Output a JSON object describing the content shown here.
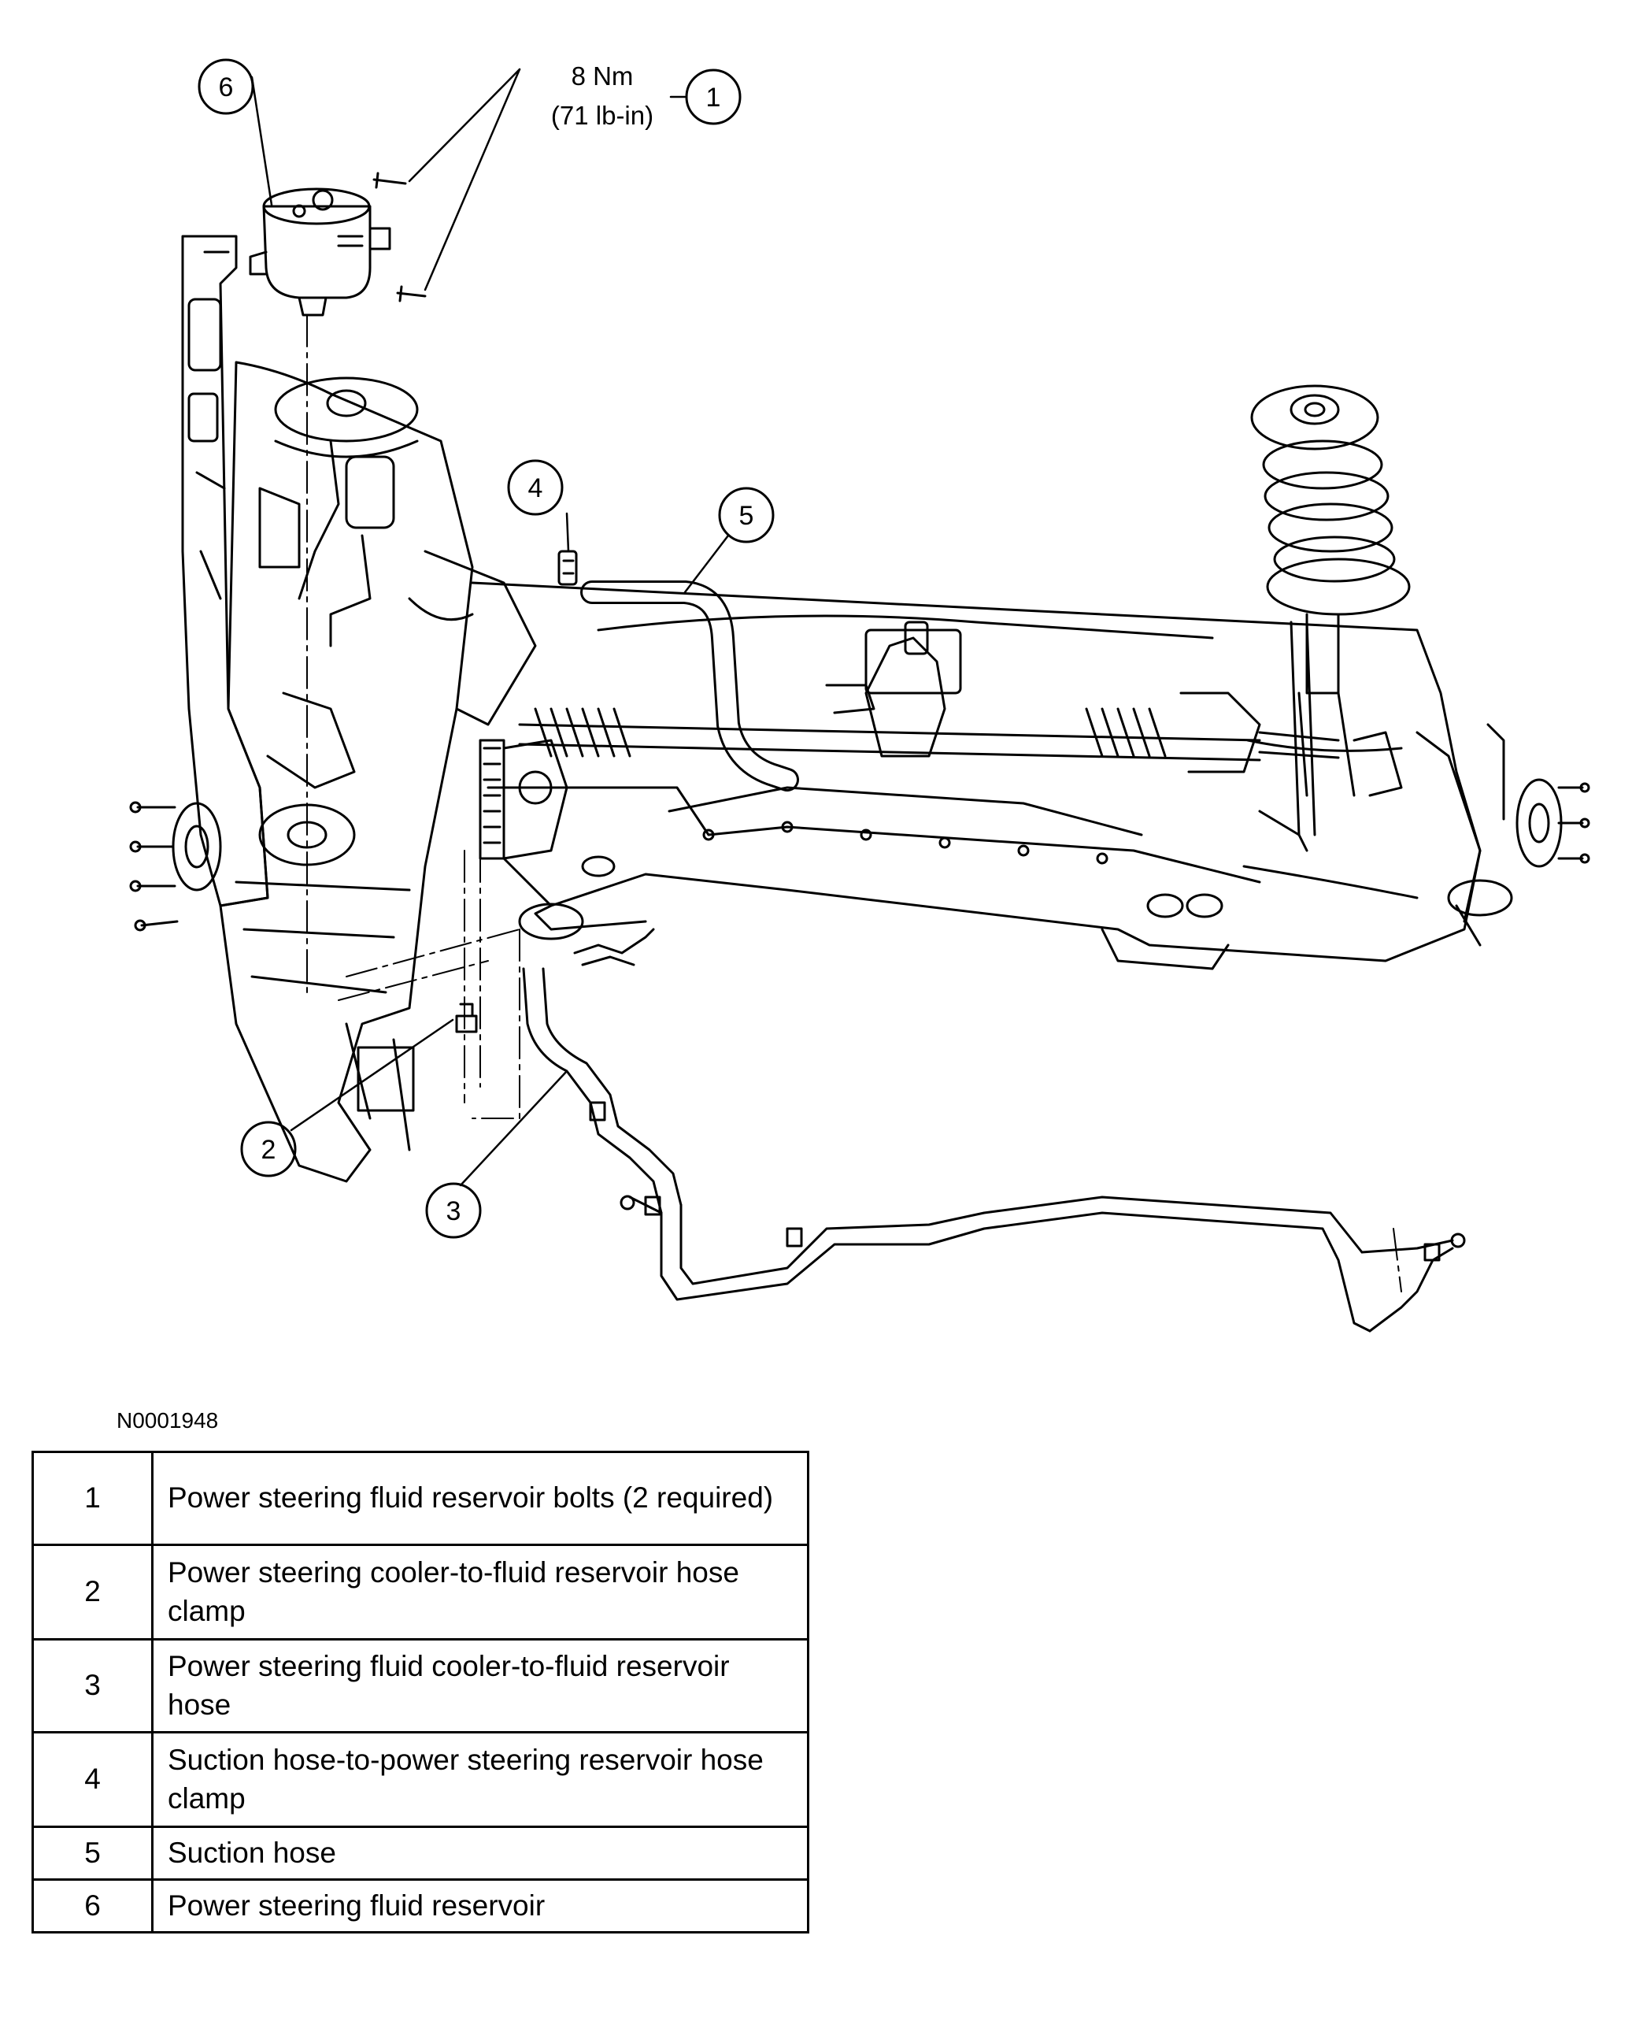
{
  "diagram": {
    "torque_value": "8 Nm",
    "torque_value_imperial": "(71 lb-in)",
    "callouts": [
      "1",
      "2",
      "3",
      "4",
      "5",
      "6"
    ],
    "reference_code": "N0001948"
  },
  "legend": {
    "rows": [
      {
        "num": "1",
        "desc": "Power steering fluid reservoir bolts (2 required)"
      },
      {
        "num": "2",
        "desc": "Power steering cooler-to-fluid reservoir hose clamp"
      },
      {
        "num": "3",
        "desc": "Power steering fluid cooler-to-fluid reservoir hose"
      },
      {
        "num": "4",
        "desc": "Suction hose-to-power steering reservoir hose clamp"
      },
      {
        "num": "5",
        "desc": "Suction hose"
      },
      {
        "num": "6",
        "desc": "Power steering fluid reservoir"
      }
    ]
  }
}
